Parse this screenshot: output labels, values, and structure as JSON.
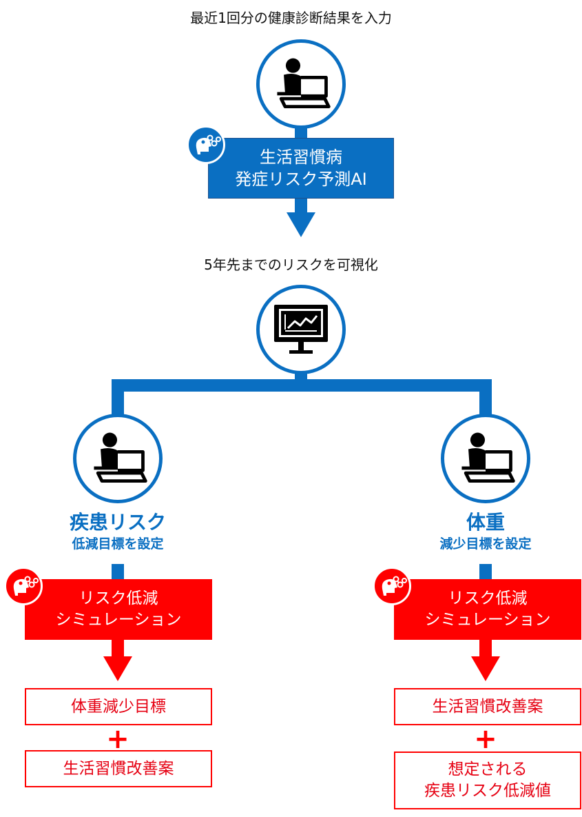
{
  "top_caption": "最近1回分の健康診断結果を入力",
  "ai_model": {
    "line1": "生活習慣病",
    "line2": "発症リスク予測AI"
  },
  "visualization_caption": "5年先までのリスクを可視化",
  "left_branch": {
    "title": "疾患リスク",
    "subtitle": "低減目標を設定",
    "simulation": {
      "line1": "リスク低減",
      "line2": "シミュレーション"
    },
    "outputs": [
      "体重減少目標",
      "生活習慣改善案"
    ],
    "plus": "+"
  },
  "right_branch": {
    "title": "体重",
    "subtitle": "減少目標を設定",
    "simulation": {
      "line1": "リスク低減",
      "line2": "シミュレーション"
    },
    "outputs": [
      "生活習慣改善案"
    ],
    "output2": {
      "line1": "想定される",
      "line2": "疾患リスク低減値"
    },
    "plus": "+"
  },
  "colors": {
    "blue": "#0a6fc2",
    "red": "#ff0000",
    "red_text": "#e60012"
  },
  "icons": [
    "user-at-computer-icon",
    "ai-brain-icon",
    "monitor-chart-icon"
  ]
}
